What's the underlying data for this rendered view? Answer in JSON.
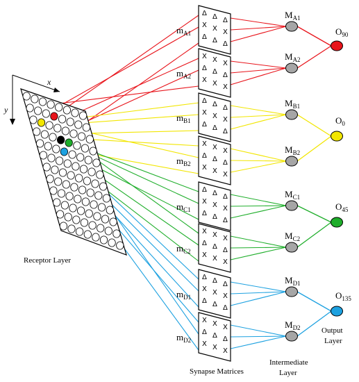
{
  "axes": {
    "x_label": "x",
    "y_label": "y"
  },
  "captions": {
    "receptor": "Receptor Layer",
    "synapse": "Synapse Matrices",
    "intermediate_1": "Intermediate",
    "intermediate_2": "Layer",
    "output_1": "Output",
    "output_2": "Layer"
  },
  "colors": {
    "A": "#e8141b",
    "B": "#f2e600",
    "C": "#1fae2b",
    "D": "#1da1e0",
    "node_gray": "#a6a6a6"
  },
  "groups": [
    {
      "id": "A",
      "matrices": [
        {
          "name": "m",
          "sub": "A1",
          "pattern": "Δ\nX\nΔ"
        },
        {
          "name": "m",
          "sub": "A2",
          "pattern": "X\nΔ\nX"
        }
      ],
      "intermediate": [
        {
          "name": "M",
          "sub": "A1"
        },
        {
          "name": "M",
          "sub": "A2"
        }
      ],
      "output": {
        "name": "O",
        "sub": "90"
      }
    },
    {
      "id": "B",
      "matrices": [
        {
          "name": "m",
          "sub": "B1",
          "pattern": "Δ\nX\nΔ"
        },
        {
          "name": "m",
          "sub": "B2",
          "pattern": "X\nΔ\nX"
        }
      ],
      "intermediate": [
        {
          "name": "M",
          "sub": "B1"
        },
        {
          "name": "M",
          "sub": "B2"
        }
      ],
      "output": {
        "name": "O",
        "sub": "0"
      }
    },
    {
      "id": "C",
      "matrices": [
        {
          "name": "m",
          "sub": "C1",
          "pattern": "Δ\nX\nΔ"
        },
        {
          "name": "m",
          "sub": "C2",
          "pattern": "X\nΔ\nX"
        }
      ],
      "intermediate": [
        {
          "name": "M",
          "sub": "C1"
        },
        {
          "name": "M",
          "sub": "C2"
        }
      ],
      "output": {
        "name": "O",
        "sub": "45"
      }
    },
    {
      "id": "D",
      "matrices": [
        {
          "name": "m",
          "sub": "D1",
          "pattern": "Δ\nX\nΔ"
        },
        {
          "name": "m",
          "sub": "D2",
          "pattern": "X\nΔ\nX"
        }
      ],
      "intermediate": [
        {
          "name": "M",
          "sub": "D1"
        },
        {
          "name": "M",
          "sub": "D2"
        }
      ],
      "output": {
        "name": "O",
        "sub": "135"
      }
    }
  ]
}
